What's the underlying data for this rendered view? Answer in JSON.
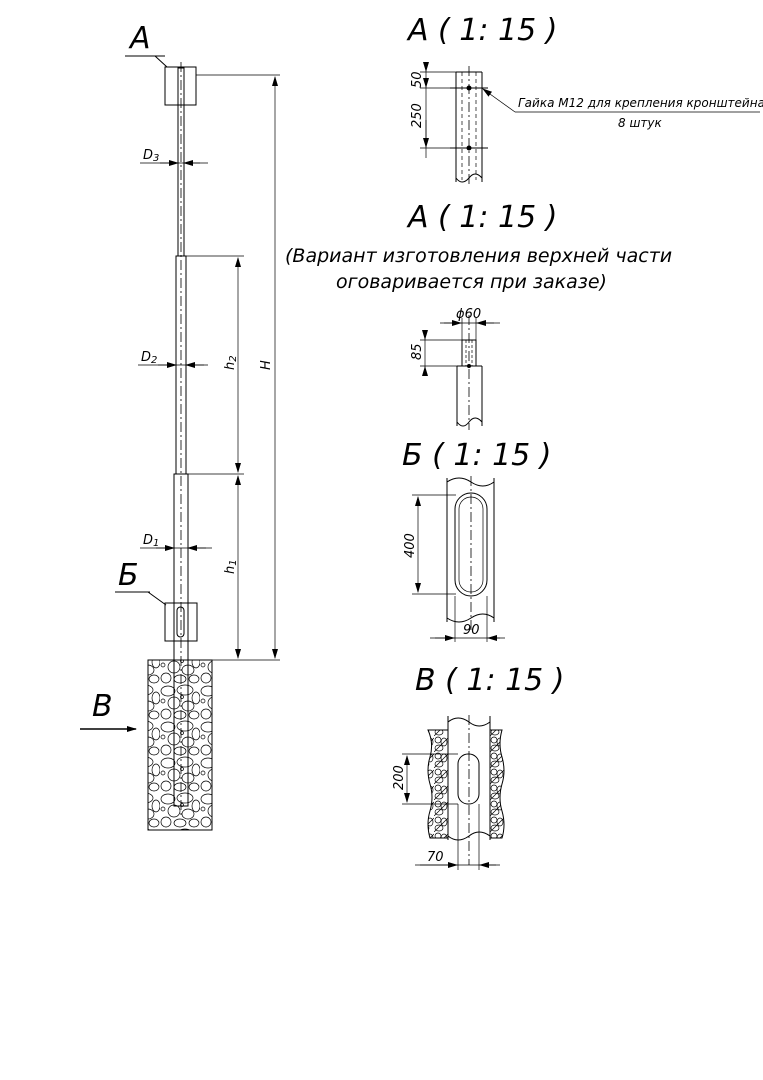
{
  "main_view": {
    "callout_a": "А",
    "callout_b": "Б",
    "callout_v": "В",
    "d3": "D",
    "d3_sub": "3",
    "d2": "D",
    "d2_sub": "2",
    "d1": "D",
    "d1_sub": "1",
    "h2": "h",
    "h2_sub": "2",
    "h1": "h",
    "h1_sub": "1",
    "H": "H"
  },
  "detail_a": {
    "title": "А ( 1: 15 )",
    "dim_50": "50",
    "dim_250": "250",
    "note_line1": "Гайка М12 для крепления кронштейна",
    "note_line2": "8 штук"
  },
  "detail_a_alt": {
    "title": "А ( 1: 15 )",
    "note_line1": "(Вариант изготовления верхней части",
    "note_line2": "оговаривается при заказе)",
    "dim_d60": "ϕ60",
    "dim_85": "85"
  },
  "detail_b": {
    "title": "Б ( 1: 15 )",
    "dim_400": "400",
    "dim_90": "90"
  },
  "detail_v": {
    "title": "В ( 1: 15 )",
    "dim_200": "200",
    "dim_70": "70"
  }
}
